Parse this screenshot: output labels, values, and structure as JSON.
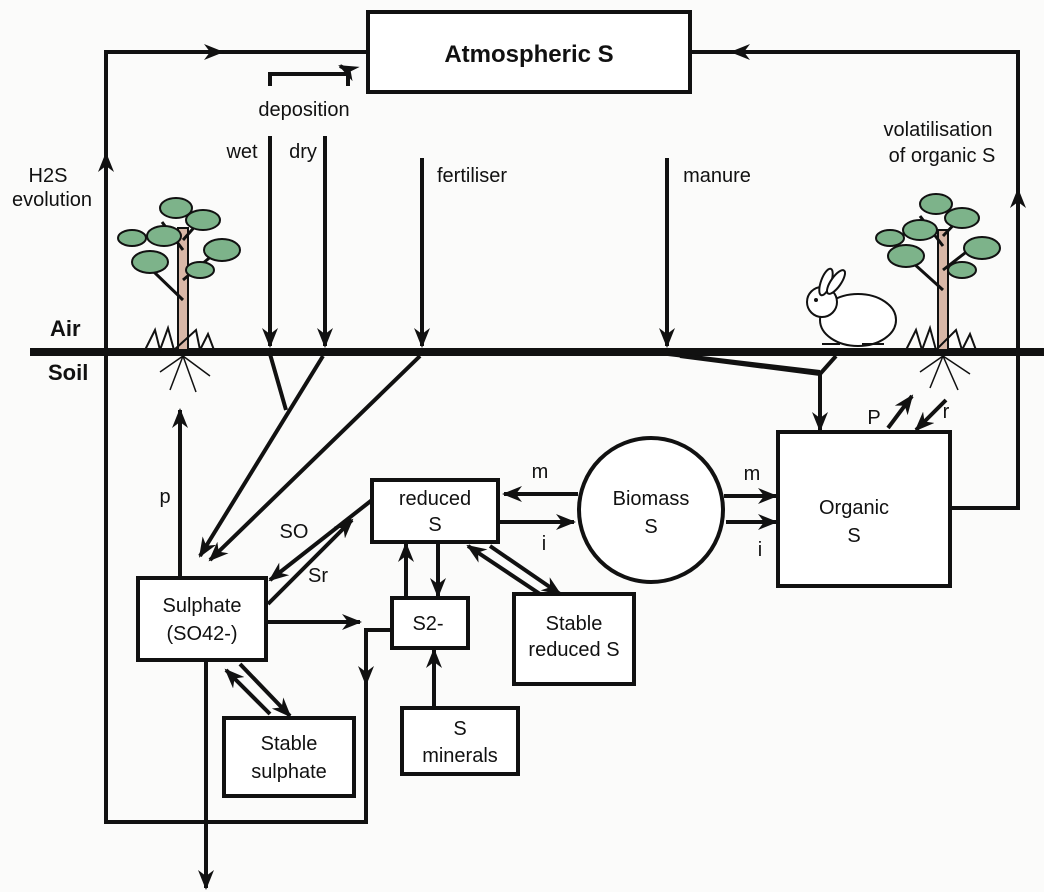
{
  "title": "Atmospheric S",
  "zones": {
    "air": "Air",
    "soil": "Soil"
  },
  "inputs": {
    "deposition": "deposition",
    "wet": "wet",
    "dry": "dry",
    "fertiliser": "fertiliser",
    "manure": "manure"
  },
  "fluxes": {
    "h2s_line1": "H2S",
    "h2s_line2": "evolution",
    "volatilisation_line1": "volatilisation",
    "volatilisation_line2": "of organic S",
    "p_left": "p",
    "m_left": "m",
    "i_left": "i",
    "m_right": "m",
    "i_right": "i",
    "so": "SO",
    "sr": "Sr",
    "p_right": "P",
    "r_right": "r"
  },
  "pools": {
    "sulphate_line1": "Sulphate",
    "sulphate_line2": "(SO42-)",
    "stable_sulphate_line1": "Stable",
    "stable_sulphate_line2": "sulphate",
    "reduced_s_line1": "reduced",
    "reduced_s_line2": "S",
    "sulphide": "S2-",
    "stable_reduced_line1": "Stable",
    "stable_reduced_line2": "reduced S",
    "s_minerals_line1": "S",
    "s_minerals_line2": "minerals",
    "biomass_line1": "Biomass",
    "biomass_line2": "S",
    "organic_line1": "Organic",
    "organic_line2": "S"
  }
}
